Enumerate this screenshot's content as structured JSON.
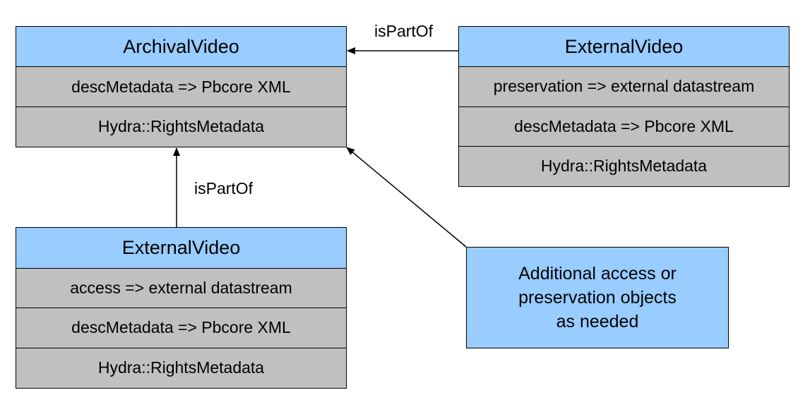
{
  "archival_video": {
    "title": "ArchivalVideo",
    "rows": [
      "descMetadata => Pbcore XML",
      "Hydra::RightsMetadata"
    ]
  },
  "external_video_right": {
    "title": "ExternalVideo",
    "rows": [
      "preservation =>  external datastream",
      "descMetadata => Pbcore XML",
      "Hydra::RightsMetadata"
    ]
  },
  "external_video_left": {
    "title": "ExternalVideo",
    "rows": [
      "access =>  external datastream",
      "descMetadata => Pbcore XML",
      "Hydra::RightsMetadata"
    ]
  },
  "note": {
    "text": "Additional access or\npreservation objects\nas needed"
  },
  "edges": {
    "top_label": "isPartOf",
    "left_label": "isPartOf"
  },
  "colors": {
    "header_fill": "#99ccff",
    "row_fill": "#c0c0c0",
    "line": "#000000"
  }
}
